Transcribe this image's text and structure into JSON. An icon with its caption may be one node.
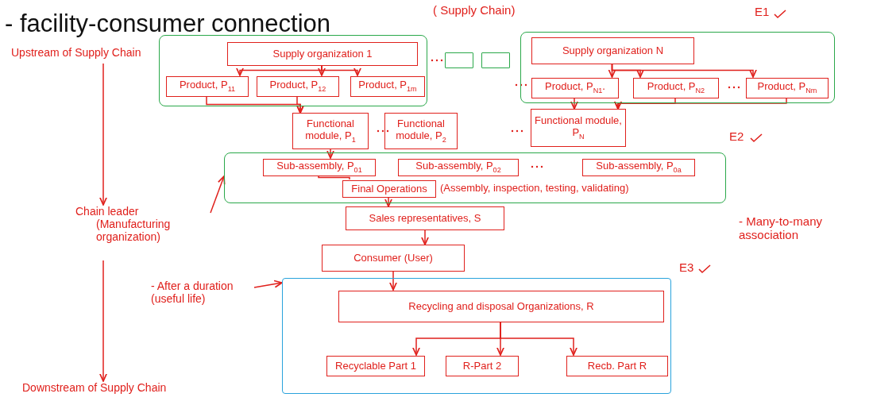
{
  "diagram": {
    "title": "- facility-consumer connection",
    "nodes": [
      {
        "text": [],
        "shape": "box"
      },
      {
        "text": [
          "Supply organization 1"
        ],
        "in": 0
      },
      {
        "text": [
          "Product, P$_{11}$"
        ],
        "in": 0
      },
      {
        "text": [
          "Product, P$_{12}$"
        ],
        "in": 0
      },
      {
        "text": [
          "Product, P$_{1m}$"
        ],
        "in": 0
      },
      {
        "text": [],
        "shape": "box"
      },
      {
        "text": [],
        "shape": "box"
      },
      {
        "text": [],
        "shape": "box"
      },
      {
        "text": [
          "Supply organization N"
        ],
        "in": 7
      },
      {
        "text": [
          "Product, P$_{N1}$."
        ],
        "in": 7
      },
      {
        "text": [
          "Product, P$_{N2}$"
        ],
        "in": 7
      },
      {
        "text": [
          "Product, P$_{Nm}$"
        ],
        "in": 7
      },
      {
        "text": [
          "Functional module, P$_{1}$"
        ]
      },
      {
        "text": [
          "Functional module, P$_{2}$"
        ]
      },
      {
        "text": [
          "Functional module, P$_{N}$"
        ]
      },
      {
        "text": [],
        "shape": "box"
      },
      {
        "text": [
          "Sub-assembly, P$_{01}$"
        ],
        "in": 15
      },
      {
        "text": [
          "Sub-assembly, P$_{02}$"
        ],
        "in": 15
      },
      {
        "text": [
          "Sub-assembly, P$_{0a}$"
        ],
        "in": 15
      },
      {
        "text": [
          "Final Operations"
        ],
        "in": 15,
        "beside": [
          "(Assembly, inspection, testing, validating)"
        ]
      },
      {
        "text": [
          "Sales representatives, S"
        ]
      },
      {
        "text": [
          "Consumer (User)"
        ]
      },
      {
        "text": [],
        "shape": "box"
      },
      {
        "text": [
          "Recycling and disposal Organizations, R"
        ],
        "in": 22
      },
      {
        "text": [
          "Recyclable Part 1"
        ],
        "in": 22
      },
      {
        "text": [
          "R-Part 2"
        ],
        "in": 22
      },
      {
        "text": [
          "Recb. Part R"
        ],
        "in": 22
      },
      {
        "text": [
          "Upstream of Supply Chain"
        ]
      },
      {
        "text": [
          "Chain leader",
          "(Manufacturing organization)"
        ]
      },
      {
        "text": [
          "Downstream of Supply Chain"
        ]
      },
      {
        "text": [
          "- After a duration (useful life)"
        ]
      }
    ],
    "edges": [
      {
        "from": 1,
        "to": 2,
        "arrow": "to"
      },
      {
        "from": 1,
        "to": 3,
        "arrow": "to"
      },
      {
        "from": 1,
        "to": 4,
        "arrow": "to"
      },
      {
        "from": 2,
        "to": 12,
        "arrow": "to"
      },
      {
        "from": 3,
        "to": 12,
        "arrow": "to"
      },
      {
        "from": 8,
        "to": 9,
        "arrow": "to"
      },
      {
        "from": 8,
        "to": 10,
        "arrow": "to"
      },
      {
        "from": 8,
        "to": 11,
        "arrow": "to"
      },
      {
        "from": 9,
        "to": 14,
        "arrow": "to"
      },
      {
        "from": 10,
        "to": 14,
        "arrow": "to"
      },
      {
        "from": 11,
        "to": 14,
        "arrow": "to"
      },
      {
        "from": 12,
        "to": 16,
        "arrow": "to"
      },
      {
        "from": 16,
        "to": 19,
        "arrow": "none"
      },
      {
        "from": 19,
        "to": 20,
        "arrow": "to"
      },
      {
        "from": 20,
        "to": 21,
        "arrow": "to"
      },
      {
        "from": 21,
        "to": 23,
        "arrow": "to"
      },
      {
        "from": 23,
        "to": 24,
        "arrow": "to"
      },
      {
        "from": 23,
        "to": 25,
        "arrow": "to"
      },
      {
        "from": 23,
        "to": 26,
        "arrow": "to"
      },
      {
        "from": 27,
        "to": 28,
        "arrow": "to"
      },
      {
        "from": 28,
        "to": 29,
        "arrow": "to"
      },
      {
        "from": 28,
        "to": 15,
        "arrow": "to"
      },
      {
        "from": 30,
        "to": 22,
        "arrow": "to"
      }
    ],
    "labels": [
      "( Supply Chain)",
      "E1",
      "E2",
      "E3",
      "- Many-to-many association"
    ]
  }
}
